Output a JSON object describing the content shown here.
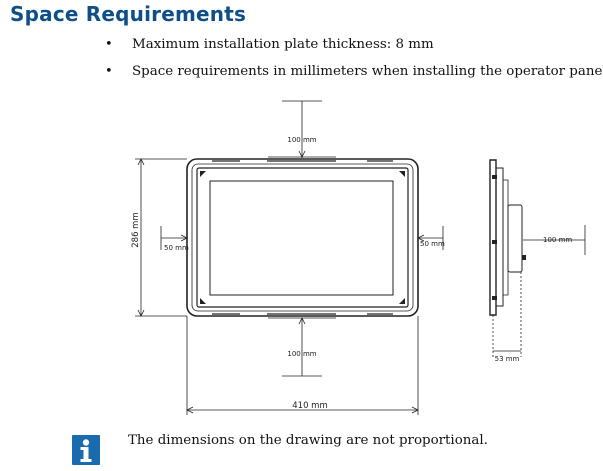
{
  "heading": "Space Requirements",
  "bullets": [
    "Maximum installation plate thickness: 8 mm",
    "Space requirements in millimeters when installing the operator panel:"
  ],
  "drawing": {
    "top_clearance": "100 mm",
    "bottom_clearance": "100 mm",
    "left_clearance": "50 mm",
    "right_clearance": "50 mm",
    "height": "286 mm",
    "width": "410 mm",
    "rear_clearance": "100 mm",
    "depth": "53 mm"
  },
  "note": "The dimensions on the drawing are not proportional.",
  "icon": "info-icon",
  "accent_color": "#0d4f86",
  "icon_color": "#1a6ab0"
}
